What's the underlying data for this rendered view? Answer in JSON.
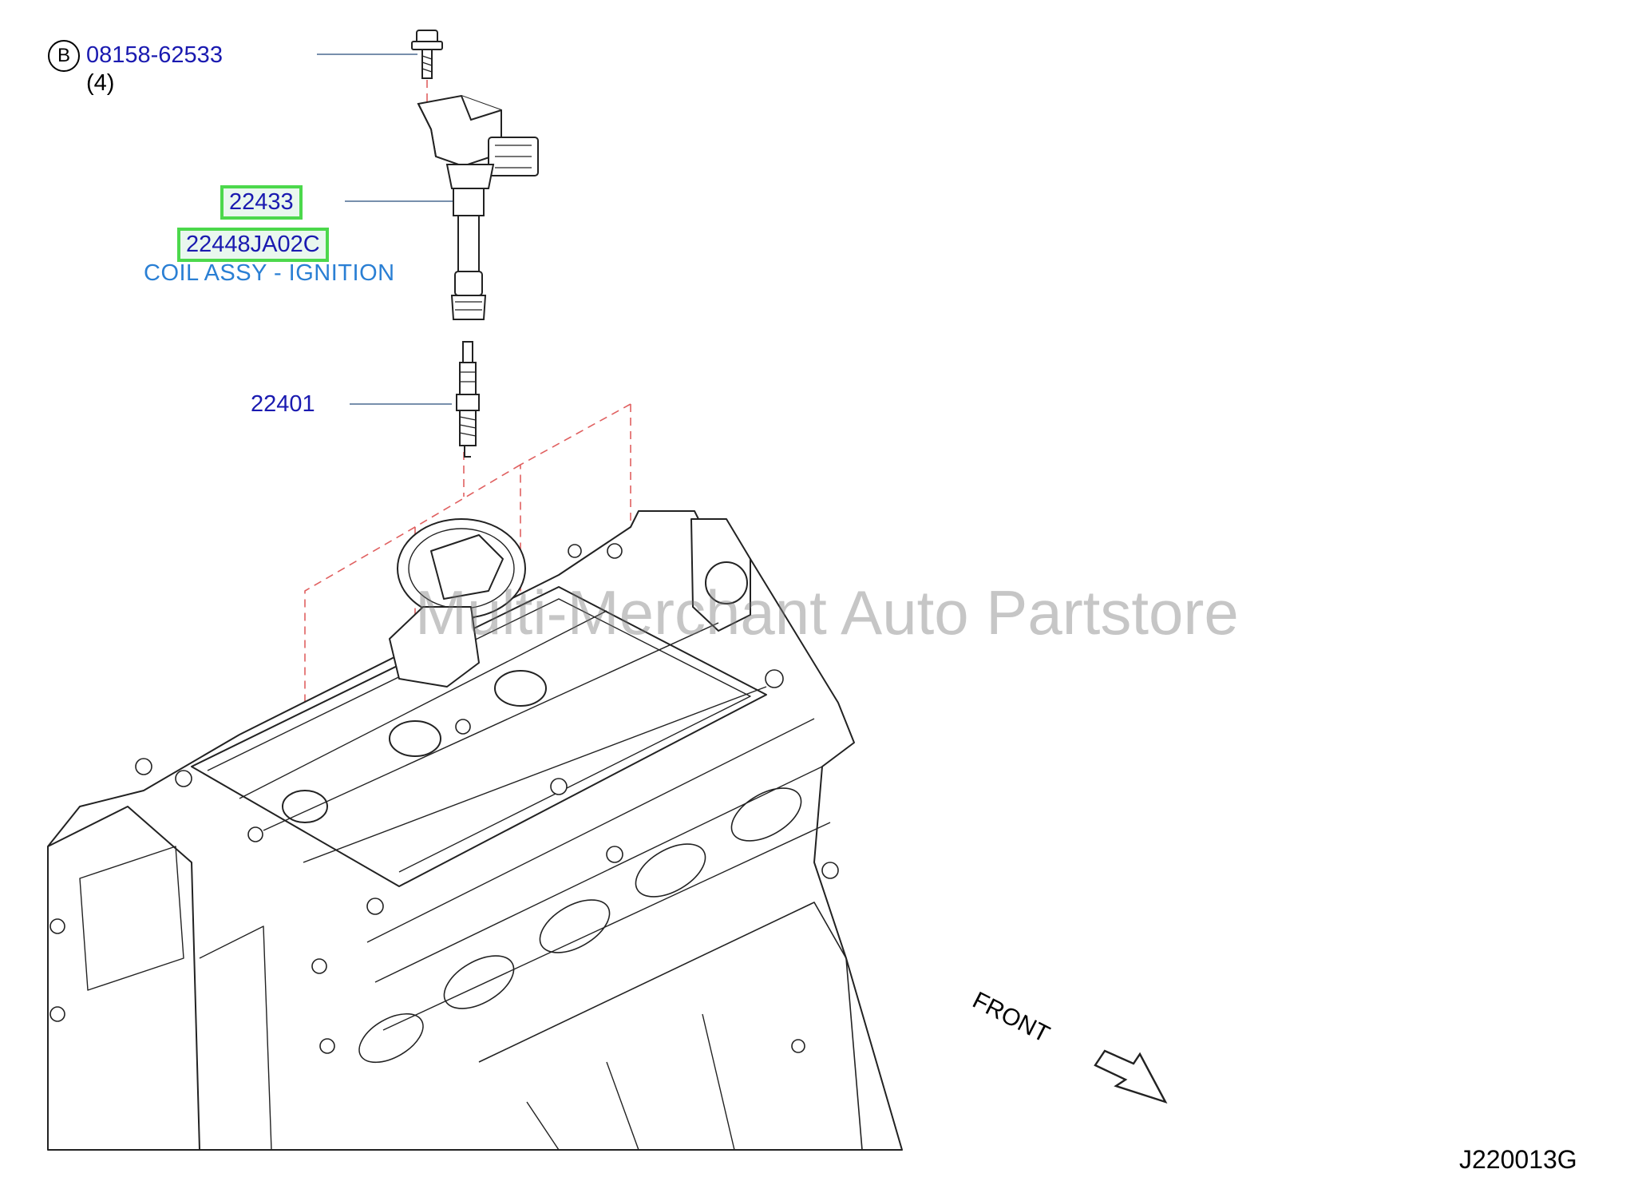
{
  "callouts": {
    "bolt_badge": "B",
    "bolt_part": "08158-62533",
    "bolt_qty": "(4)",
    "coil_ref": "22433",
    "coil_part": "22448JA02C",
    "coil_desc": "COIL ASSY - IGNITION",
    "plug_ref": "22401"
  },
  "watermark": "Multi-Merchant Auto Partstore",
  "direction_label": "FRONT",
  "diagram_code": "J220013G",
  "colors": {
    "part_number": "#1a1ab0",
    "description": "#2a7fd4",
    "highlight_border": "#4cd84c",
    "highlight_fill": "#e9f7ee",
    "dashed_leader": "#e06060"
  }
}
